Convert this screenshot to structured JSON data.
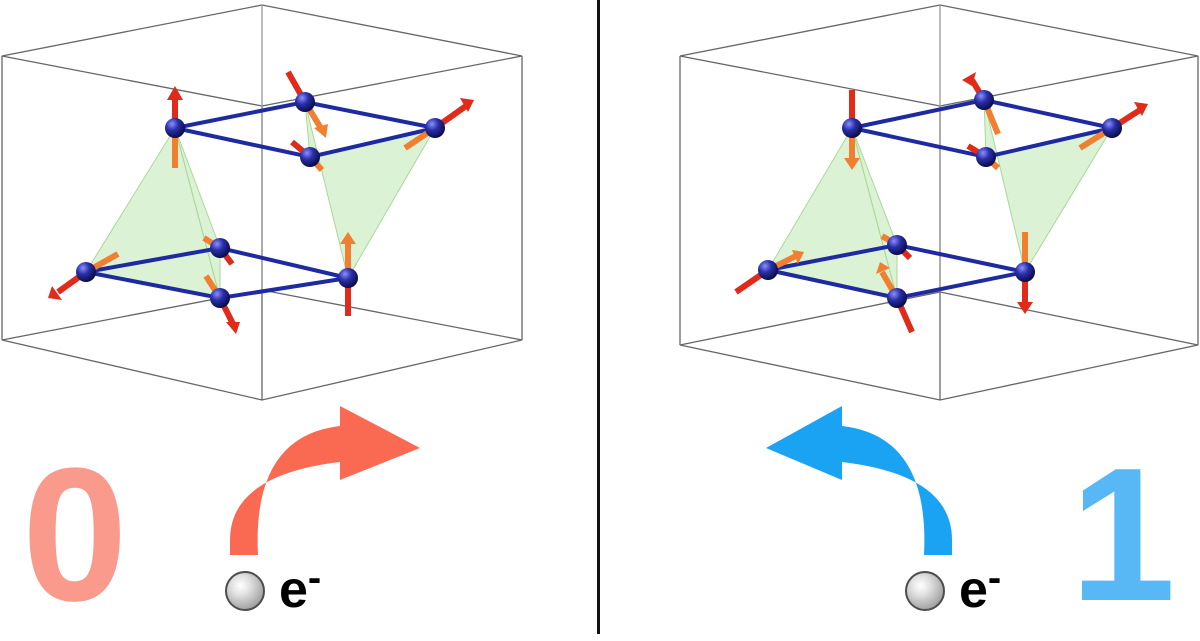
{
  "colors": {
    "bit_zero": "#fa9a8c",
    "bit_one": "#58b8f5",
    "current_arrow_left": "#fa6a52",
    "current_arrow_right": "#1aa3f2",
    "atom": "#1a1f8c",
    "bond": "#1e2aa0",
    "spin_red": "#e02a1a",
    "spin_orange": "#f08030",
    "tetrahedron": "#bfe8b0",
    "cell_edge": "#555555"
  },
  "panels": [
    {
      "bit": "0",
      "electron_label": "e",
      "electron_charge": "-",
      "current_direction": "right"
    },
    {
      "bit": "1",
      "electron_label": "e",
      "electron_charge": "-",
      "current_direction": "left"
    }
  ]
}
